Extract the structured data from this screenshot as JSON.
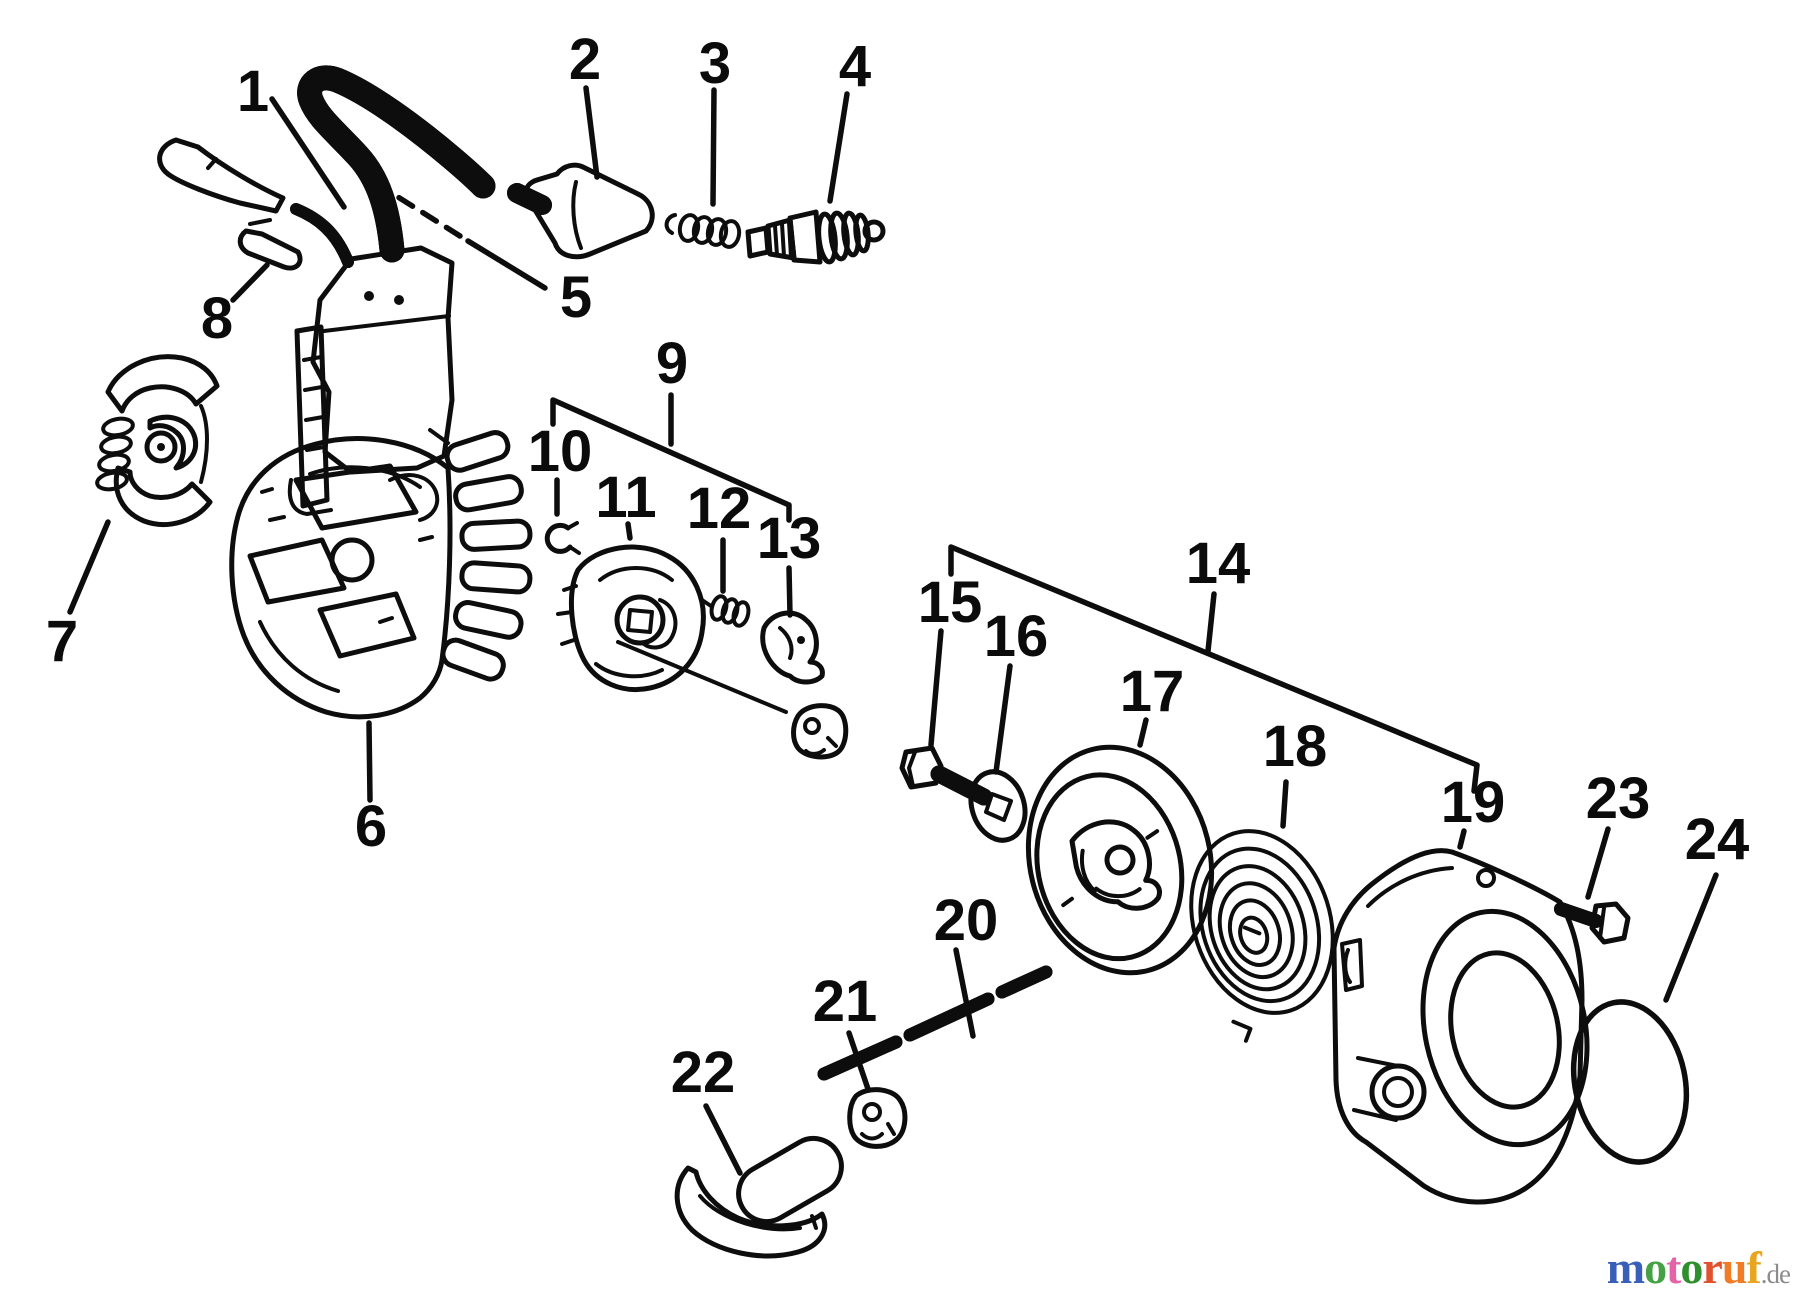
{
  "callouts": [
    {
      "label": "1"
    },
    {
      "label": "2"
    },
    {
      "label": "3"
    },
    {
      "label": "4"
    },
    {
      "label": "5"
    },
    {
      "label": "6"
    },
    {
      "label": "7"
    },
    {
      "label": "8"
    },
    {
      "label": "9"
    },
    {
      "label": "10"
    },
    {
      "label": "11"
    },
    {
      "label": "12"
    },
    {
      "label": "13"
    },
    {
      "label": "14"
    },
    {
      "label": "15"
    },
    {
      "label": "16"
    },
    {
      "label": "17"
    },
    {
      "label": "18"
    },
    {
      "label": "19"
    },
    {
      "label": "20"
    },
    {
      "label": "21"
    },
    {
      "label": "22"
    },
    {
      "label": "23"
    },
    {
      "label": "24"
    }
  ],
  "watermark": {
    "letters": [
      {
        "char": "m",
        "color": "#3A5FB8"
      },
      {
        "char": "o",
        "color": "#44A244"
      },
      {
        "char": "t",
        "color": "#E464A8"
      },
      {
        "char": "o",
        "color": "#2F8F2F"
      },
      {
        "char": "r",
        "color": "#E2512E"
      },
      {
        "char": "u",
        "color": "#F07D26"
      },
      {
        "char": "f",
        "color": "#E8A61E"
      }
    ],
    "suffix": ".de",
    "suffix_color": "#8C8C8C"
  }
}
